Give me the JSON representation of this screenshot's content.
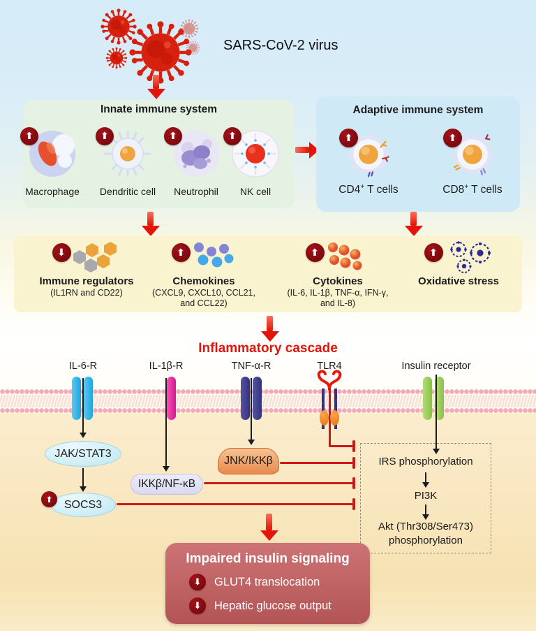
{
  "title": "SARS-CoV-2 virus",
  "innate": {
    "title": "Innate immune system",
    "cells": [
      {
        "label": "Macrophage",
        "arrow": "⬆"
      },
      {
        "label": "Dendritic cell",
        "arrow": "⬆"
      },
      {
        "label": "Neutrophil",
        "arrow": "⬆"
      },
      {
        "label": "NK cell",
        "arrow": "⬆"
      }
    ]
  },
  "adaptive": {
    "title": "Adaptive immune system",
    "cells": [
      {
        "base": "CD4",
        "sup": "+",
        "rest": " T cells",
        "arrow": "⬆"
      },
      {
        "base": "CD8",
        "sup": "+",
        "rest": " T cells",
        "arrow": "⬆"
      }
    ]
  },
  "mediators": [
    {
      "title": "Immune regulators",
      "subtitle": "(IL1RN and CD22)",
      "arrow": "⬇"
    },
    {
      "title": "Chemokines",
      "subtitle": "(CXCL9, CXCL10, CCL21, and CCL22)",
      "arrow": "⬆"
    },
    {
      "title": "Cytokines",
      "subtitle": "(IL-6, IL-1β, TNF-α, IFN-γ, and IL-8)",
      "arrow": "⬆"
    },
    {
      "title": "Oxidative stress",
      "subtitle": "",
      "arrow": "⬆"
    }
  ],
  "cascade": {
    "label": "Inflammatory cascade"
  },
  "receptors": [
    {
      "label": "IL-6-R",
      "color": "#2ab4e8"
    },
    {
      "label": "IL-1β-R",
      "color": "#e8239c"
    },
    {
      "label": "TNF-α-R",
      "color": "#3d3d91"
    },
    {
      "label": "TLR4",
      "color": "#e8180c"
    },
    {
      "label": "Insulin receptor",
      "color": "#9ccb5e"
    }
  ],
  "signaling": {
    "jak_stat3": "JAK/STAT3",
    "socs3": "SOCS3",
    "socs3_arrow": "⬆",
    "ikkb_nfkb": "IKKβ/NF-κB",
    "jnk_ikkb": "JNK/IKKβ"
  },
  "insulin_pathway": {
    "irs": "IRS phosphorylation",
    "pi3k": "PI3K",
    "akt": "Akt (Thr308/Ser473) phosphorylation"
  },
  "outcome": {
    "title": "Impaired insulin signaling",
    "items": [
      {
        "arrow": "⬇",
        "label": "GLUT4 translocation"
      },
      {
        "arrow": "⬇",
        "label": "Hepatic glucose output"
      }
    ]
  },
  "colors": {
    "accent_red": "#e3150a",
    "inhibit_red": "#cf1717",
    "badge_red": "#7c090f",
    "innate_bg": "#e4f1e3",
    "adaptive_bg": "#cfe9f7",
    "mediator_bg": "#faf3cf",
    "outcome_bg": "#bd5d5f",
    "membrane_pink": "#f4a9b6"
  }
}
